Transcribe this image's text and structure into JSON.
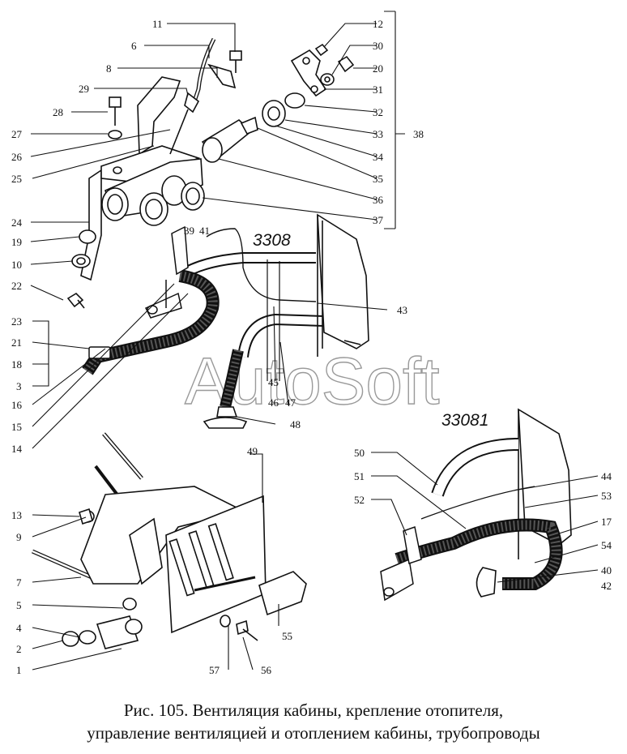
{
  "caption": {
    "line1": "Рис. 105. Вентиляция кабины, крепление отопителя,",
    "line2": "управление вентиляцией и отоплением кабины, трубопроводы"
  },
  "model_labels": {
    "main": "3308",
    "secondary": "33081"
  },
  "watermark": "AutoSoft",
  "callouts": [
    "11",
    "6",
    "8",
    "29",
    "28",
    "27",
    "26",
    "25",
    "24",
    "19",
    "10",
    "22",
    "23",
    "21",
    "18",
    "3",
    "16",
    "15",
    "14",
    "12",
    "30",
    "20",
    "31",
    "32",
    "33",
    "34",
    "35",
    "36",
    "37",
    "38",
    "39",
    "41",
    "43",
    "45",
    "46",
    "47",
    "48",
    "49",
    "13",
    "9",
    "7",
    "5",
    "4",
    "2",
    "1",
    "55",
    "56",
    "57",
    "50",
    "51",
    "52",
    "44",
    "53",
    "17",
    "54",
    "40",
    "42"
  ]
}
